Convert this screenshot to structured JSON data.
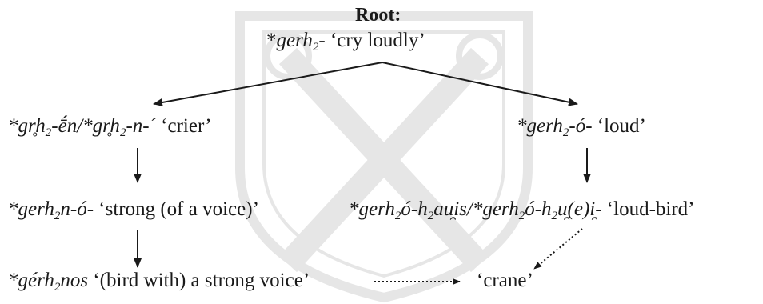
{
  "watermark": {
    "label": "institutional seal watermark",
    "color": "#e4e4e4"
  },
  "diagram": {
    "root": {
      "heading": "Root:",
      "pre": "*",
      "stem": "gerh",
      "sub": "2",
      "post": "- ‘cry loudly’"
    },
    "left": {
      "crier": {
        "t1": "*gr̥h",
        "s1": "2",
        "t2": "-ḗn/*gr̥h",
        "s2": "2",
        "t3": "-n-´",
        "gloss": " ‘crier’"
      },
      "strong": {
        "t1": "*gerh",
        "s1": "2",
        "t2": "n-ó-",
        "gloss": " ‘strong (of a voice)’"
      },
      "bird": {
        "t1": "*gérh",
        "s1": "2",
        "t2": "nos",
        "gloss": " ‘(bird with) a strong voice’"
      }
    },
    "right": {
      "loud": {
        "t1": "*gerh",
        "s1": "2",
        "t2": "-ó-",
        "gloss": " ‘loud’"
      },
      "loudbird": {
        "t1": "*gerh",
        "s1": "2",
        "t2": "ó-h",
        "s2": "2",
        "t3": "au̯is/*gerh",
        "s3": "2",
        "t4": "ó-h",
        "s4": "2",
        "t5": "u̯(e)i̯-",
        "gloss": " ‘loud-bird’"
      }
    },
    "target": {
      "gloss": "‘crane’"
    }
  }
}
